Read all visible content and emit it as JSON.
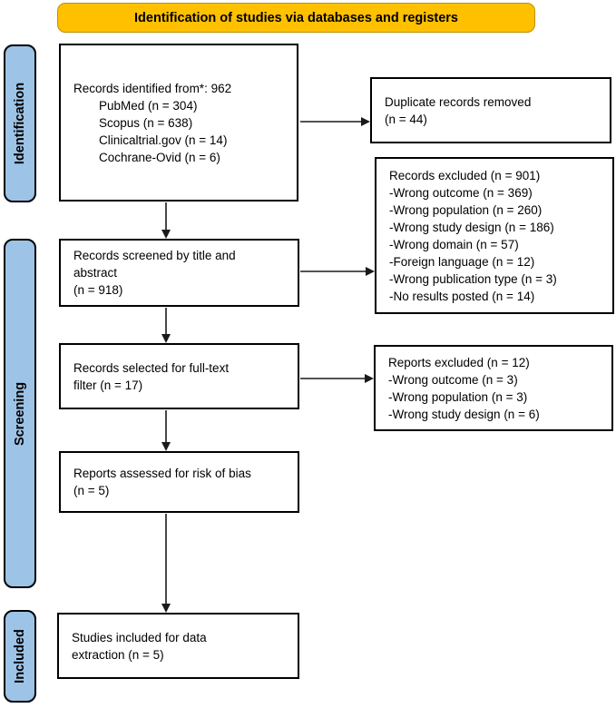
{
  "header": {
    "title": "Identification of studies via databases and registers"
  },
  "colors": {
    "header_fill": "#FFC000",
    "header_border": "#BF9000",
    "sidebar_fill": "#9DC3E6",
    "sidebar_border": "#000000",
    "box_border": "#000000",
    "arrow": "#1a1a1a"
  },
  "sidebar": {
    "identification": "Identification",
    "screening": "Screening",
    "included": "Included"
  },
  "boxes": {
    "records_identified": {
      "lines": [
        "Records identified from*: 962",
        "PubMed (n = 304)",
        "Scopus (n = 638)",
        "Clinicaltrial.gov (n = 14)",
        "Cochrane-Ovid (n = 6)"
      ]
    },
    "duplicates_removed": {
      "lines": [
        "Duplicate records removed",
        "(n = 44)"
      ]
    },
    "records_excluded": {
      "lines": [
        "Records excluded (n = 901)",
        "-Wrong outcome (n = 369)",
        "-Wrong population (n = 260)",
        "-Wrong study design (n = 186)",
        "-Wrong domain (n = 57)",
        "-Foreign language (n = 12)",
        "-Wrong publication type (n = 3)",
        "-No results posted (n = 14)"
      ]
    },
    "records_screened": {
      "lines": [
        "Records screened by title and",
        "abstract",
        "(n = 918)"
      ]
    },
    "records_selected": {
      "lines": [
        "Records selected for full-text",
        "filter (n = 17)"
      ]
    },
    "reports_excluded": {
      "lines": [
        "Reports excluded (n = 12)",
        "-Wrong outcome (n = 3)",
        "-Wrong population (n = 3)",
        "-Wrong study design (n = 6)"
      ]
    },
    "reports_assessed": {
      "lines": [
        "Reports assessed for risk of bias",
        "(n = 5)"
      ]
    },
    "studies_included": {
      "lines": [
        "Studies included for data",
        "extraction (n = 5)"
      ]
    }
  }
}
